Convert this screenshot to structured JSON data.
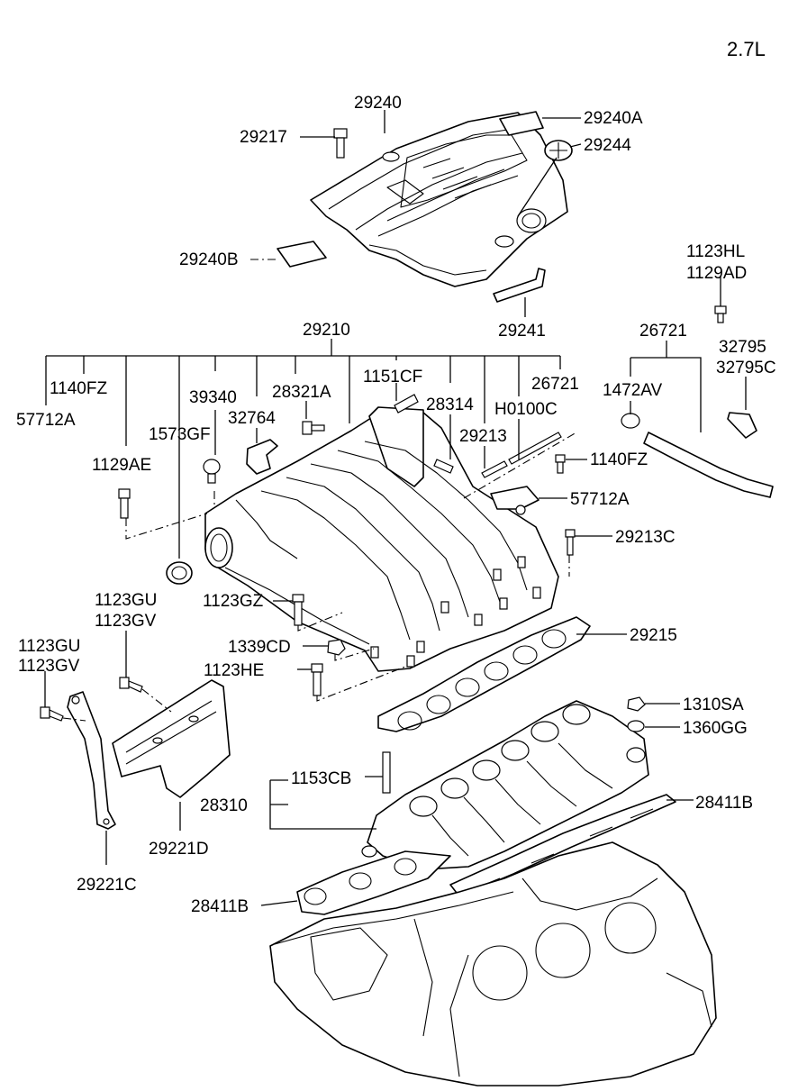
{
  "engine": "2.7L",
  "parts": {
    "p29240": "29240",
    "p29217": "29217",
    "p29240A": "29240A",
    "p29244": "29244",
    "p29240B": "29240B",
    "p29241": "29241",
    "p1123HL": "1123HL",
    "p1129AD": "1129AD",
    "p29210": "29210",
    "p26721_top": "26721",
    "p32795": "32795",
    "p32795C": "32795C",
    "p1140FZ_left": "1140FZ",
    "p57712A_left": "57712A",
    "p39340": "39340",
    "p28321A": "28321A",
    "p1151CF": "1151CF",
    "p28314": "28314",
    "p26721_mid": "26721",
    "p1472AV": "1472AV",
    "p32764": "32764",
    "p1573GF": "1573GF",
    "pH0100C": "H0100C",
    "p29213": "29213",
    "p1129AE": "1129AE",
    "p1140FZ_right": "1140FZ",
    "p57712A_right": "57712A",
    "p29213C": "29213C",
    "p1123GU_mid": "1123GU",
    "p1123GV_mid": "1123GV",
    "p1123GZ": "1123GZ",
    "p29215": "29215",
    "p1123GU_left": "1123GU",
    "p1123GV_left": "1123GV",
    "p1339CD": "1339CD",
    "p1123HE": "1123HE",
    "p1310SA": "1310SA",
    "p1360GG": "1360GG",
    "p1153CB": "1153CB",
    "p28310": "28310",
    "p28411B_right": "28411B",
    "p29221D": "29221D",
    "p29221C": "29221C",
    "p28411B_left": "28411B"
  }
}
